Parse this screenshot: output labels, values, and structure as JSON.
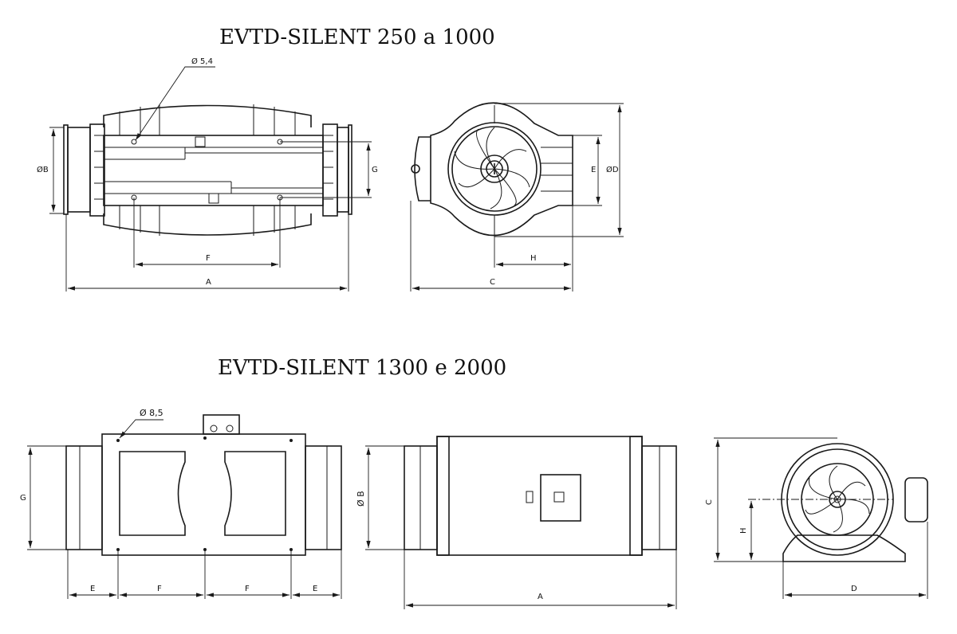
{
  "titles": {
    "top": "EVTD-SILENT 250 a 1000",
    "bottom": "EVTD-SILENT 1300 e 2000"
  },
  "top_side_view": {
    "hole_label": "Ø 5,4",
    "dim_b": "ØB",
    "dim_g": "G",
    "dim_f": "F",
    "dim_a": "A"
  },
  "top_front_view": {
    "dim_e": "E",
    "dim_d": "ØD",
    "dim_h": "H",
    "dim_c": "C"
  },
  "bottom_top_view": {
    "hole_label": "Ø 8,5",
    "dim_g": "G",
    "dim_e1": "E",
    "dim_f1": "F",
    "dim_f2": "F",
    "dim_e2": "E"
  },
  "bottom_side_view": {
    "dim_b": "Ø B",
    "dim_a": "A"
  },
  "bottom_front_view": {
    "dim_c": "C",
    "dim_h": "H",
    "dim_d": "D"
  }
}
